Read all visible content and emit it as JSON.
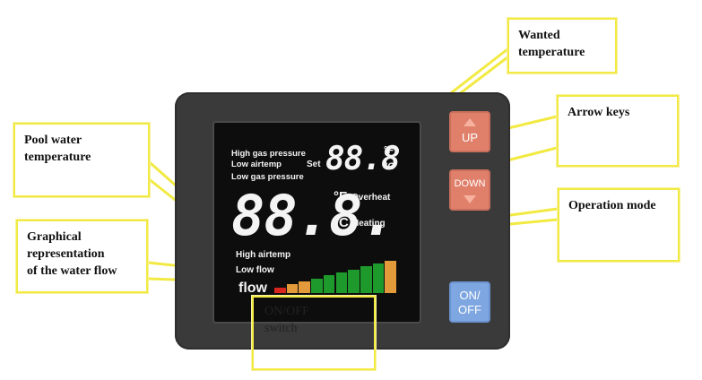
{
  "callouts": {
    "wanted_temperature": [
      "Wanted",
      "temperature"
    ],
    "pool_water_temperature": [
      "Pool water",
      "temperature"
    ],
    "arrow_keys": [
      "Arrow keys"
    ],
    "operation_mode": [
      "Operation mode"
    ],
    "water_flow": [
      "Graphical",
      "representation",
      "of the water flow"
    ],
    "onoff_switch": [
      "ON/OFF",
      "switch"
    ]
  },
  "display": {
    "alarms_top": [
      "High gas pressure",
      "Low airtemp",
      "Low gas pressure"
    ],
    "set_label": "Set",
    "set_digits": "88.8",
    "unit_f": "°F",
    "unit_c": "°C",
    "main_digits": "88.8.",
    "overheat": "Overheat",
    "heating": "Heating",
    "high_airtemp": "High airtemp",
    "low_flow": "Low flow",
    "flow_label": "flow"
  },
  "keys": {
    "up": "UP",
    "down": "DOWN",
    "onoff": [
      "ON/",
      "OFF"
    ]
  },
  "flow_bars": [
    {
      "color": "#d8271f",
      "level": 0.18
    },
    {
      "color": "#e39a3a",
      "level": 0.27
    },
    {
      "color": "#e39a3a",
      "level": 0.36
    },
    {
      "color": "#1e9a2c",
      "level": 0.45
    },
    {
      "color": "#1e9a2c",
      "level": 0.55
    },
    {
      "color": "#1e9a2c",
      "level": 0.64
    },
    {
      "color": "#1e9a2c",
      "level": 0.73
    },
    {
      "color": "#1e9a2c",
      "level": 0.82
    },
    {
      "color": "#1e9a2c",
      "level": 0.91
    },
    {
      "color": "#e39a3a",
      "level": 1.0
    }
  ],
  "colors": {
    "callout_border": "#f2ea43",
    "leader_line": "#f2ea43",
    "device_body": "#3a3a3a",
    "key_orange": "#e0806b",
    "key_blue": "#7ea6e0"
  }
}
